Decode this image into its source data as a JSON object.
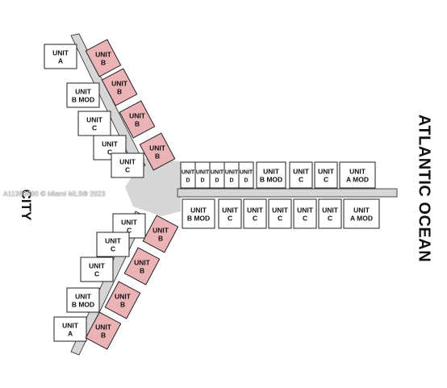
{
  "labels": {
    "ocean": "ATLANTIC OCEAN",
    "city": "CITY",
    "watermark": "A11386860 © Miami MLS® 2023"
  },
  "colors": {
    "pink_unit": "#ebb3b5",
    "white_unit": "#ffffff",
    "corridor": "#d6d6d6",
    "outline": "#222222"
  },
  "upper_wing": {
    "outer_units": [
      {
        "line1": "UNIT",
        "line2": "A"
      },
      {
        "line1": "UNIT",
        "line2": "B MOD"
      },
      {
        "line1": "UNIT",
        "line2": "C"
      },
      {
        "line1": "UNIT",
        "line2": "C"
      },
      {
        "line1": "UNIT",
        "line2": "C"
      }
    ],
    "inner_units": [
      {
        "line1": "UNIT",
        "line2": "B"
      },
      {
        "line1": "UNIT",
        "line2": "B"
      },
      {
        "line1": "UNIT",
        "line2": "B"
      },
      {
        "line1": "UNIT",
        "line2": "B"
      }
    ]
  },
  "lower_wing": {
    "outer_units": [
      {
        "line1": "UNIT",
        "line2": "C"
      },
      {
        "line1": "UNIT",
        "line2": "C"
      },
      {
        "line1": "UNIT",
        "line2": "C"
      },
      {
        "line1": "UNIT",
        "line2": "B MOD"
      },
      {
        "line1": "UNIT",
        "line2": "A"
      }
    ],
    "inner_units": [
      {
        "line1": "UNIT",
        "line2": "B"
      },
      {
        "line1": "UNIT",
        "line2": "B"
      },
      {
        "line1": "UNIT",
        "line2": "B"
      },
      {
        "line1": "UNIT",
        "line2": "B"
      }
    ]
  },
  "east_wing": {
    "top_row": [
      {
        "line1": "UNIT",
        "line2": "D"
      },
      {
        "line1": "UNIT",
        "line2": "D"
      },
      {
        "line1": "UNIT",
        "line2": "D"
      },
      {
        "line1": "UNIT",
        "line2": "D"
      },
      {
        "line1": "UNIT",
        "line2": "D"
      },
      {
        "line1": "UNIT",
        "line2": "B MOD"
      },
      {
        "line1": "UNIT",
        "line2": "C"
      },
      {
        "line1": "UNIT",
        "line2": "C"
      },
      {
        "line1": "UNIT",
        "line2": "A MOD"
      }
    ],
    "bottom_row": [
      {
        "line1": "UNIT",
        "line2": "B MOD"
      },
      {
        "line1": "UNIT",
        "line2": "C"
      },
      {
        "line1": "UNIT",
        "line2": "C"
      },
      {
        "line1": "UNIT",
        "line2": "C"
      },
      {
        "line1": "UNIT",
        "line2": "C"
      },
      {
        "line1": "UNIT",
        "line2": "C"
      },
      {
        "line1": "UNIT",
        "line2": "A MOD"
      }
    ]
  }
}
